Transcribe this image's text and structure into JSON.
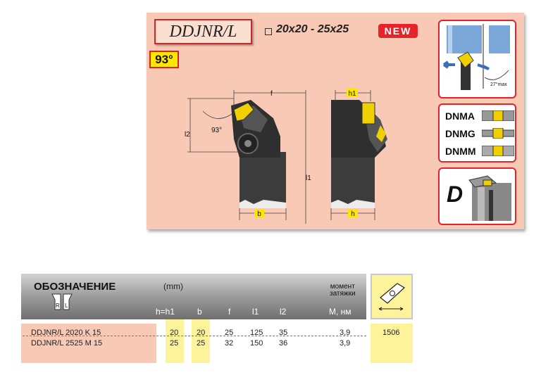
{
  "panel": {
    "title": "DDJNR/L",
    "angle": "93°",
    "size_range": "20x20 - 25x25",
    "badge": "NEW",
    "drawing": {
      "dim_f": "f",
      "dim_h1": "h1",
      "dim_l2": "l2",
      "dim_l1": "l1",
      "dim_b": "b",
      "dim_h": "h",
      "angle": "93°"
    },
    "card1_caption": "27°max",
    "inserts": [
      "DNMA",
      "DNMG",
      "DNMM"
    ],
    "clamp_letter": "D"
  },
  "table": {
    "title": "ОБОЗНАЧЕНИЕ",
    "unit": "(mm)",
    "moment_line1": "момент",
    "moment_line2": "затяжки",
    "rl": [
      "R",
      "L"
    ],
    "columns": [
      "h=h1",
      "b",
      "f",
      "l1",
      "l2",
      "M, нм"
    ],
    "rows": [
      {
        "designation": "DDJNR/L  2020  K  15",
        "h": "20",
        "b": "20",
        "f": "25",
        "l1": "125",
        "l2": "35",
        "m": "3,9"
      },
      {
        "designation": "DDJNR/L  2525  M  15",
        "h": "25",
        "b": "25",
        "f": "32",
        "l1": "150",
        "l2": "36",
        "m": "3,9"
      }
    ],
    "insert_code": "1506"
  },
  "colors": {
    "panel_bg": "#f8c9b4",
    "accent_red": "#e4232b",
    "highlight_yellow": "#ffe600",
    "column_yellow": "#fdf39a"
  }
}
